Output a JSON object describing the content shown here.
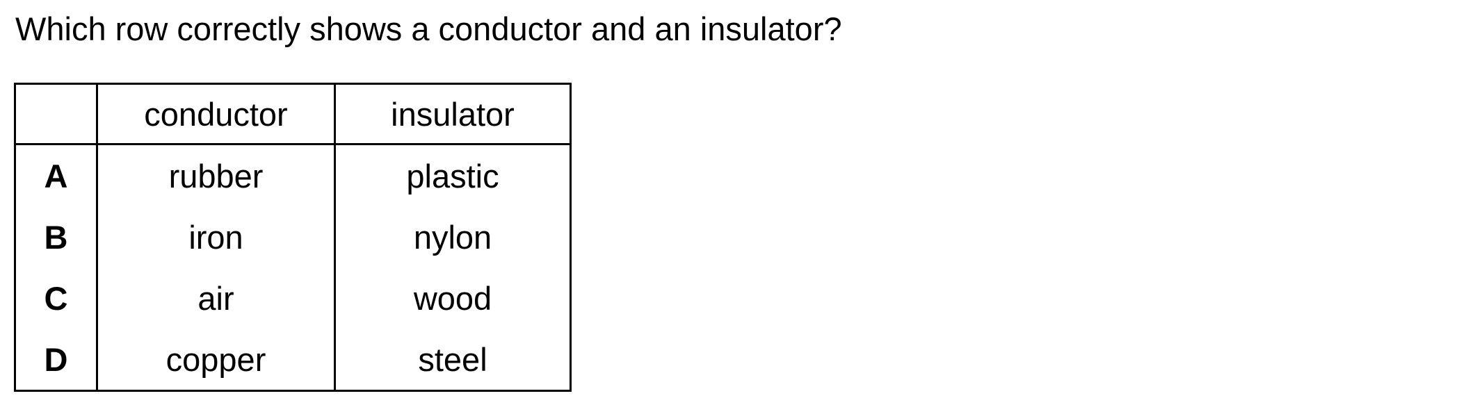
{
  "question": "Which row correctly shows a conductor and an insulator?",
  "table": {
    "headers": [
      "",
      "conductor",
      "insulator"
    ],
    "rows": [
      {
        "letter": "A",
        "conductor": "rubber",
        "insulator": "plastic"
      },
      {
        "letter": "B",
        "conductor": "iron",
        "insulator": "nylon"
      },
      {
        "letter": "C",
        "conductor": "air",
        "insulator": "wood"
      },
      {
        "letter": "D",
        "conductor": "copper",
        "insulator": "steel"
      }
    ]
  }
}
